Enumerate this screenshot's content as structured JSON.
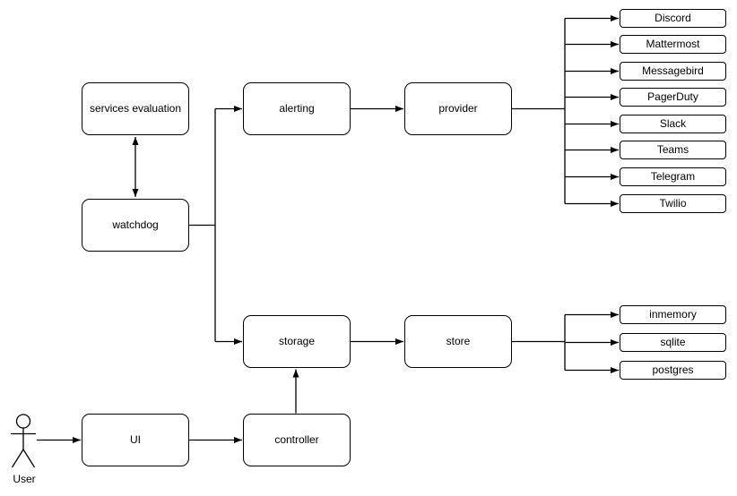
{
  "diagram": {
    "type": "flowchart",
    "colors": {
      "background": "#ffffff",
      "stroke": "#000000",
      "node_fill": "#ffffff",
      "text": "#000000"
    },
    "actor": {
      "label": "User"
    },
    "nodes": {
      "services_evaluation": {
        "label": "services evaluation"
      },
      "watchdog": {
        "label": "watchdog"
      },
      "alerting": {
        "label": "alerting"
      },
      "provider": {
        "label": "provider"
      },
      "storage": {
        "label": "storage"
      },
      "store": {
        "label": "store"
      },
      "ui": {
        "label": "UI"
      },
      "controller": {
        "label": "controller"
      }
    },
    "provider_children": [
      {
        "label": "Discord"
      },
      {
        "label": "Mattermost"
      },
      {
        "label": "Messagebird"
      },
      {
        "label": "PagerDuty"
      },
      {
        "label": "Slack"
      },
      {
        "label": "Teams"
      },
      {
        "label": "Telegram"
      },
      {
        "label": "Twilio"
      }
    ],
    "store_children": [
      {
        "label": "inmemory"
      },
      {
        "label": "sqlite"
      },
      {
        "label": "postgres"
      }
    ]
  }
}
